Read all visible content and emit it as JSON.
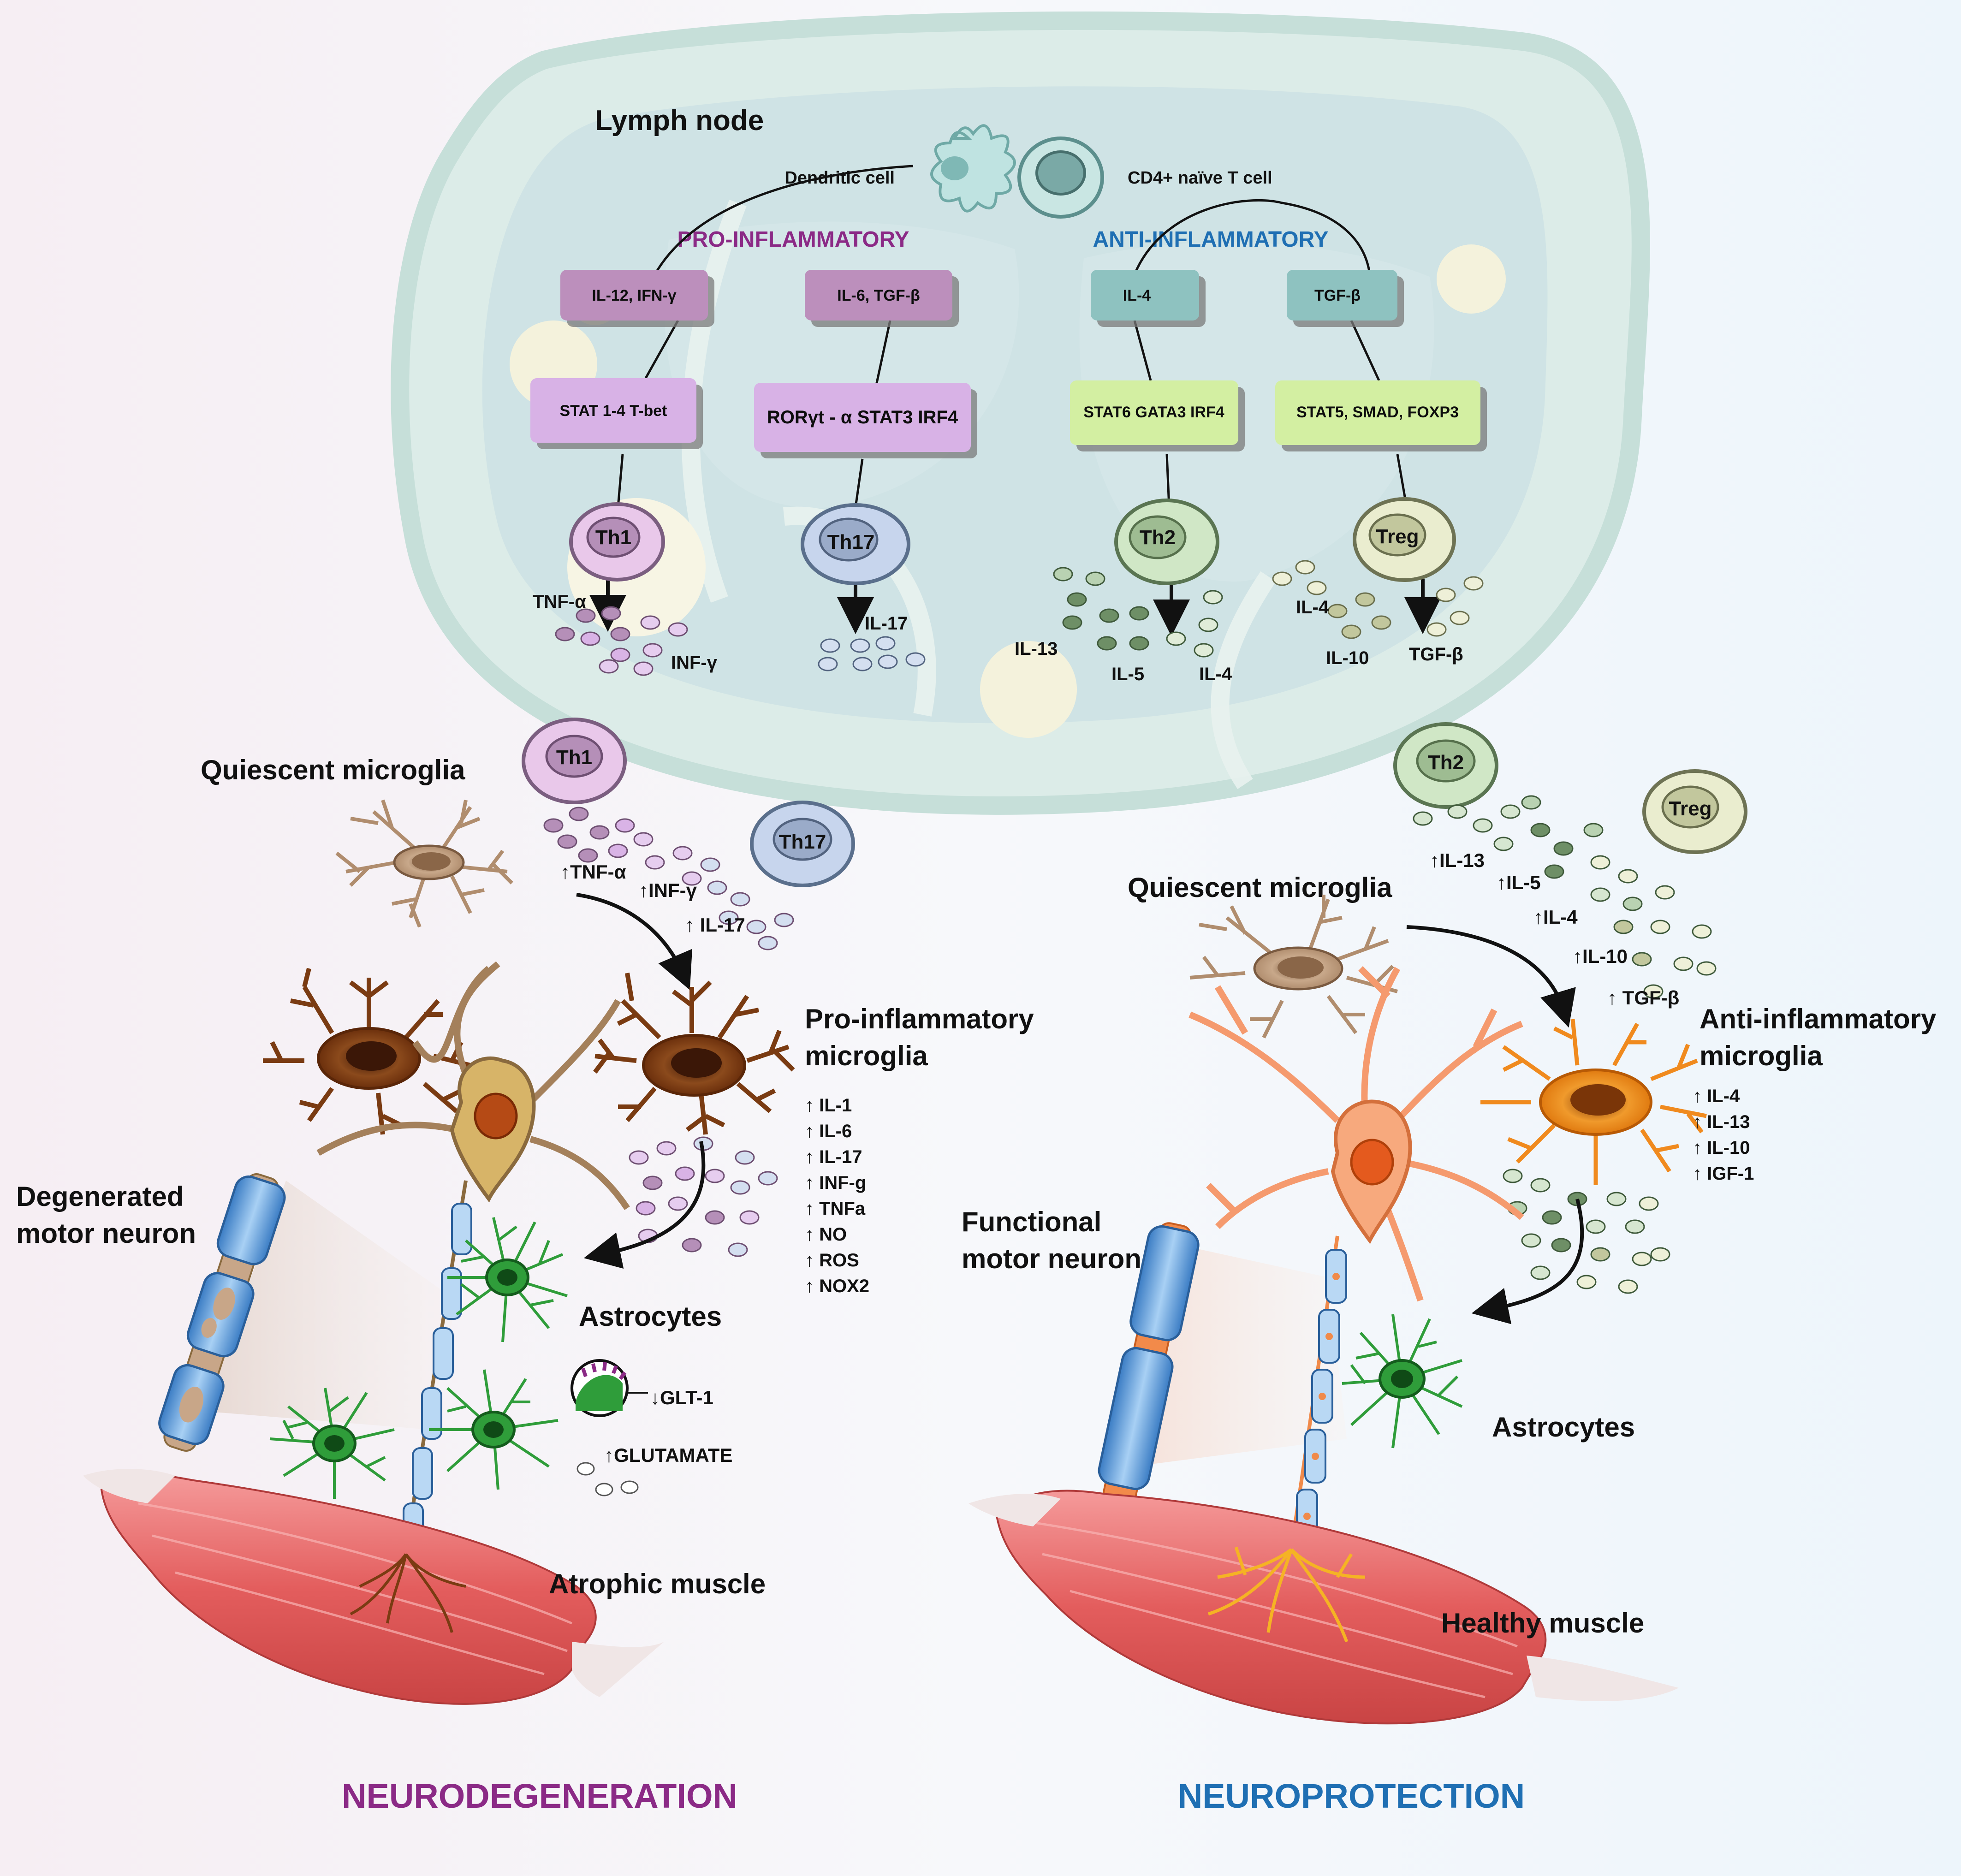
{
  "colors": {
    "pro": "#8b2a86",
    "anti": "#1f6fb3",
    "lymph": "#dfeeea",
    "lymph_edge": "#c2ded8",
    "box_pro_dark": "#b98ab8",
    "box_pro_light": "#d9b3e6",
    "box_anti_teal": "#8ec3c0",
    "box_anti_green": "#d3efa2",
    "th1": "#e8c9ea",
    "th17": "#c6d4ec",
    "th2": "#cfe6c6",
    "treg": "#e8eccc",
    "microglia_brown": "#7a3b12",
    "microglia_orange": "#f08a1e",
    "astrocyte": "#2f9d3a",
    "muscle": "#e86a6a",
    "axon": "#6ea8e0"
  },
  "lymph_node": {
    "title": "Lymph node",
    "dendritic_cell": "Dendritic cell",
    "naive_t": "CD4+ naïve T cell",
    "pro_header": "PRO-INFLAMMATORY",
    "anti_header": "ANTI-INFLAMMATORY",
    "cytokine_boxes": [
      "IL-12, IFN-γ",
      "IL-6, TGF-β",
      "IL-4",
      "TGF-β"
    ],
    "tf_boxes": [
      "STAT 1-4 T-bet",
      "RORγt - α  STAT3 IRF4",
      "STAT6 GATA3 IRF4",
      "STAT5, SMAD, FOXP3"
    ],
    "cells": [
      "Th1",
      "Th17",
      "Th2",
      "Treg"
    ],
    "th1_out": [
      "TNF-α",
      "INF-γ"
    ],
    "th17_out": [
      "IL-17"
    ],
    "th2_out": [
      "IL-13",
      "IL-5",
      "IL-4"
    ],
    "treg_out": [
      "IL-4",
      "IL-10",
      "TGF-β"
    ]
  },
  "left": {
    "quiescent": "Quiescent microglia",
    "th1": "Th1",
    "th17": "Th17",
    "cytokines": [
      "↑TNF-α",
      "↑INF-γ",
      "↑ IL-17"
    ],
    "pro_title_1": "Pro-inflammatory",
    "pro_title_2": "microglia",
    "pro_list": [
      "↑ IL-1",
      "↑ IL-6",
      "↑ IL-17",
      "↑ INF-g",
      "↑ TNFa",
      "↑ NO",
      "↑ ROS",
      "↑ NOX2"
    ],
    "neuron_1": "Degenerated",
    "neuron_2": "motor neuron",
    "astrocytes": "Astrocytes",
    "glt": "↓GLT-1",
    "glutamate": "↑GLUTAMATE",
    "muscle": "Atrophic muscle",
    "footer": "NEURODEGENERATION"
  },
  "right": {
    "th2": "Th2",
    "treg": "Treg",
    "cytokines": [
      "↑IL-13",
      "↑IL-5",
      "↑IL-4",
      "↑IL-10",
      "↑ TGF-β"
    ],
    "quiescent": "Quiescent microglia",
    "anti_title_1": "Anti-inflammatory",
    "anti_title_2": "microglia",
    "anti_list": [
      "↑ IL-4",
      "↑ IL-13",
      "↑ IL-10",
      "↑ IGF-1"
    ],
    "neuron_1": "Functional",
    "neuron_2": "motor neuron",
    "astrocytes": "Astrocytes",
    "muscle": "Healthy muscle",
    "footer": "NEUROPROTECTION"
  }
}
